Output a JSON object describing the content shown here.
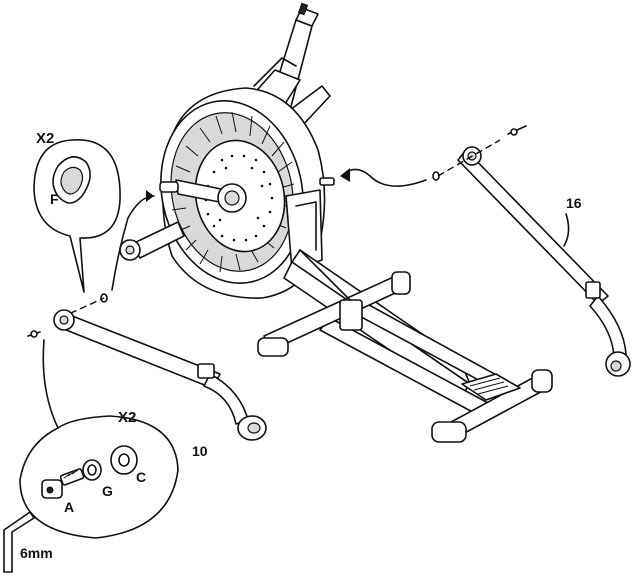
{
  "callout_top": {
    "quantity": "X2",
    "part_letter": "F"
  },
  "callout_bottom": {
    "quantity": "X2",
    "part_a": "A",
    "part_g": "G",
    "part_c": "C"
  },
  "tool": {
    "label": "6mm"
  },
  "part_numbers": {
    "left_stabilizer": "10",
    "right_stabilizer": "16"
  }
}
